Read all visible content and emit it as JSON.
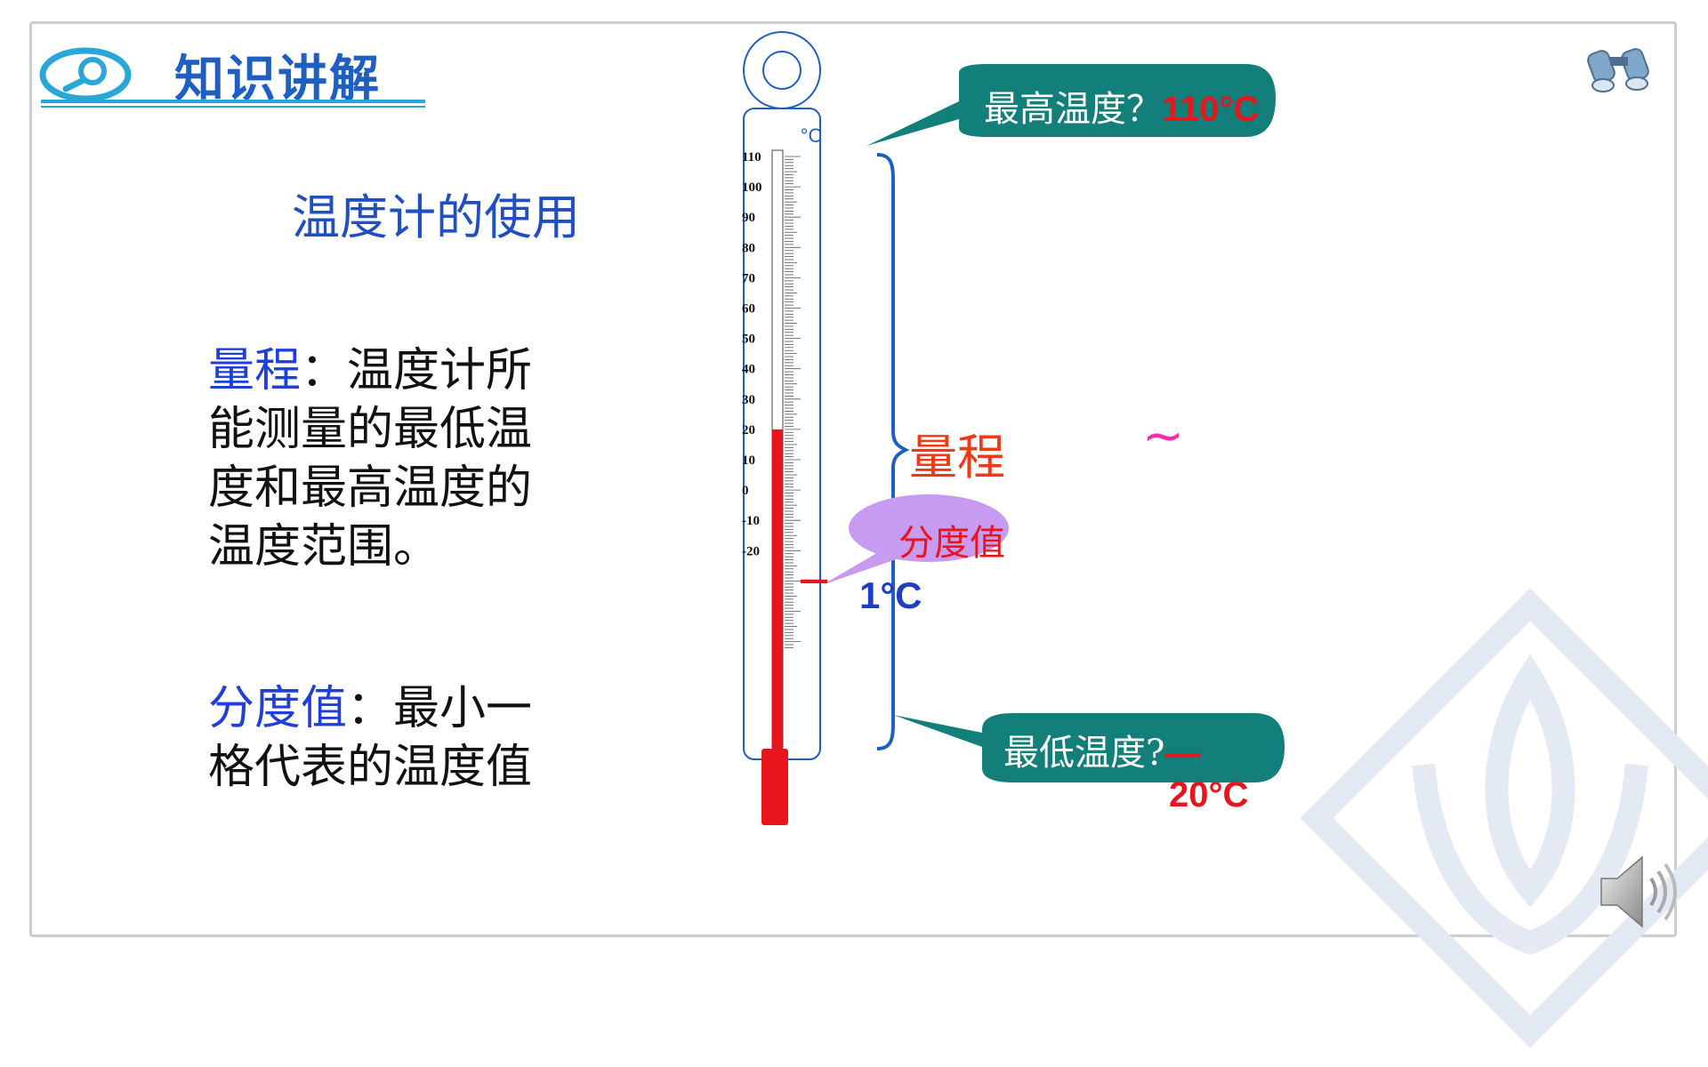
{
  "header": {
    "title": "知识讲解",
    "icon": "magnifier-icon"
  },
  "subtitle": "温度计的使用",
  "range_def": {
    "term": "量程",
    "text": "：温度计所能测量的最低温度和最高温度的温度范围。"
  },
  "division_def": {
    "term": "分度值",
    "text": "：最小一格代表的温度值"
  },
  "thermometer": {
    "unit": "°C",
    "tick_labels": [
      "110",
      "100",
      "90",
      "80",
      "70",
      "60",
      "50",
      "40",
      "30",
      "20",
      "10",
      "0",
      "-10",
      "-20"
    ],
    "reading_celsius": 20,
    "min_celsius": -20,
    "max_celsius": 110
  },
  "callouts": {
    "max_question": "最高温度？",
    "max_value": "110°C",
    "min_question": "最低温度?",
    "min_dash": "—",
    "min_value": "20°C",
    "range_label": "量程",
    "tilde": "~",
    "division_label": "分度值",
    "division_value": "1°C",
    "division_dash": "—"
  },
  "colors": {
    "callout_teal": "#137f7a",
    "division_bubble": "#c79bf2",
    "accent_blue": "#1f5fc1",
    "mercury_red": "#e8161b"
  },
  "icons": {
    "binoculars": "binoculars-icon",
    "speaker": "speaker-icon"
  }
}
